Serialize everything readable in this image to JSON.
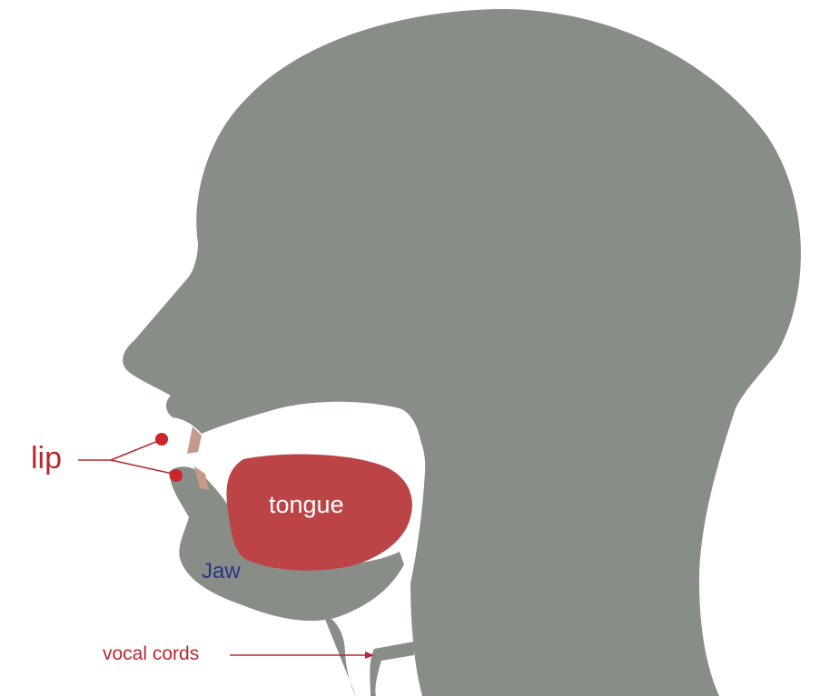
{
  "labels": {
    "lip": "lip",
    "tongue": "tongue",
    "jaw": "Jaw",
    "vocal_cords": "vocal cords"
  },
  "colors": {
    "head": "#898d87",
    "tongue": "#bd4446",
    "teeth": "#c49a8a",
    "lip_marker": "#c9252b",
    "red_label": "#b52a30",
    "jaw_label": "#2b3488",
    "tongue_label": "#ffffff",
    "background": "#ffffff"
  }
}
